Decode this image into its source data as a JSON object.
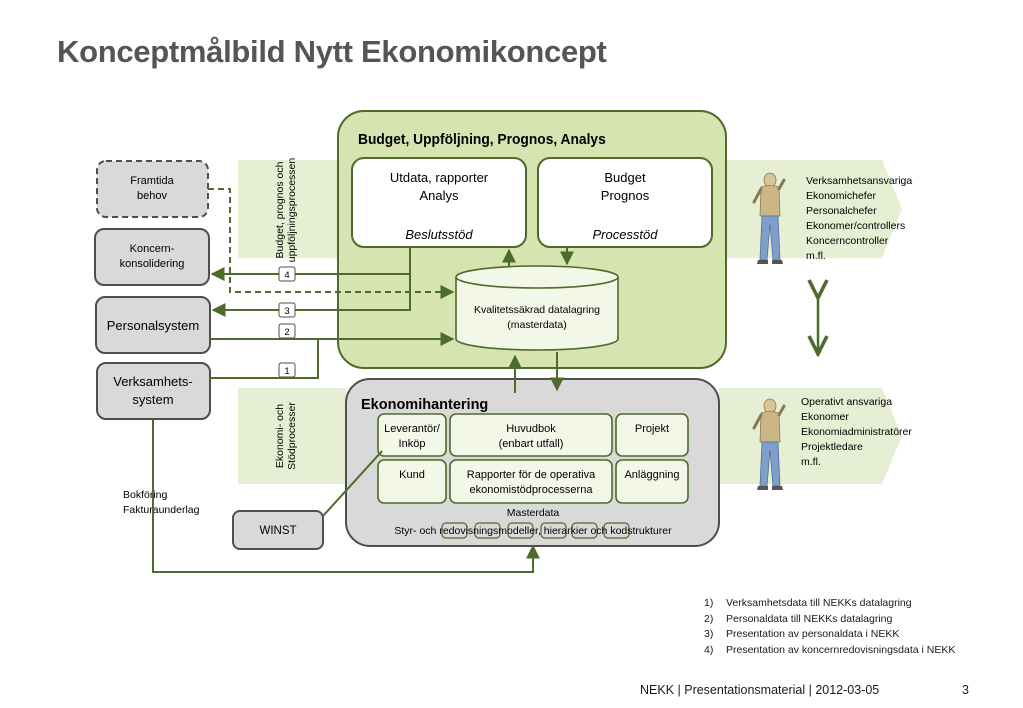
{
  "title": "Konceptmålbild Nytt Ekonomikoncept",
  "colors": {
    "green_dark": "#4d6b2a",
    "green_fill": "#d5e4b1",
    "green_band": "#e6efd3",
    "gray_fill": "#d9d9d9",
    "box_border": "#4e4e4e"
  },
  "budget": {
    "title": "Budget, Uppföljning, Prognos, Analys",
    "box1": {
      "line1": "Utdata, rapporter",
      "line2": "Analys",
      "caption": "Beslutsstöd"
    },
    "box2": {
      "line1": "Budget",
      "line2": "Prognos",
      "caption": "Processtöd"
    },
    "datastore": {
      "line1": "Kvalitetssäkrad datalagring",
      "line2": "(masterdata)"
    },
    "band_label": {
      "line1": "Budget, prognos och",
      "line2": "uppföljningsprocessen"
    }
  },
  "ekonomi": {
    "title": "Ekonomihantering",
    "cells": {
      "leverantor": {
        "line1": "Leverantör/",
        "line2": "Inköp"
      },
      "huvudbok": {
        "line1": "Huvudbok",
        "line2": "(enbart utfall)"
      },
      "projekt": "Projekt",
      "kund": "Kund",
      "rapporter": {
        "line1": "Rapporter för de operativa",
        "line2": "ekonomistödprocesserna"
      },
      "anlaggning": "Anläggning"
    },
    "masterdata": "Masterdata",
    "styr": "Styr- och redovisningsmodeller, hierarkier och kodstrukturer",
    "band_label": {
      "line1": "Ekonomi- och",
      "line2": "Stödprocesser"
    }
  },
  "left_systems": {
    "framtida": {
      "line1": "Framtida",
      "line2": "behov"
    },
    "koncern": {
      "line1": "Koncern-",
      "line2": "konsolidering"
    },
    "personal": "Personalsystem",
    "verksamhet": {
      "line1": "Verksamhets-",
      "line2": "system"
    },
    "winst": "WINST"
  },
  "bokforing": {
    "line1": "Bokföring",
    "line2": "Fakturaunderlag"
  },
  "flow_numbers": [
    "1",
    "2",
    "3",
    "4"
  ],
  "roles_top": [
    "Verksamhetsansvariga",
    "Ekonomichefer",
    "Personalchefer",
    "Ekonomer/controllers",
    "Koncerncontroller",
    "m.fl."
  ],
  "roles_bottom": [
    "Operativt ansvariga",
    "Ekonomer",
    "Ekonomiadministratörer",
    "Projektledare",
    "m.fl."
  ],
  "icons": [
    "person-icon",
    "double-arrow-icon"
  ],
  "footnotes": [
    {
      "num": "1)",
      "text": "Verksamhetsdata till NEKKs datalagring"
    },
    {
      "num": "2)",
      "text": "Personaldata till NEKKs datalagring"
    },
    {
      "num": "3)",
      "text": "Presentation av personaldata i NEKK"
    },
    {
      "num": "4)",
      "text": "Presentation av koncernredovisningsdata i NEKK"
    }
  ],
  "footer": "NEKK |  Presentationsmaterial | 2012-03-05",
  "page_number": "3"
}
